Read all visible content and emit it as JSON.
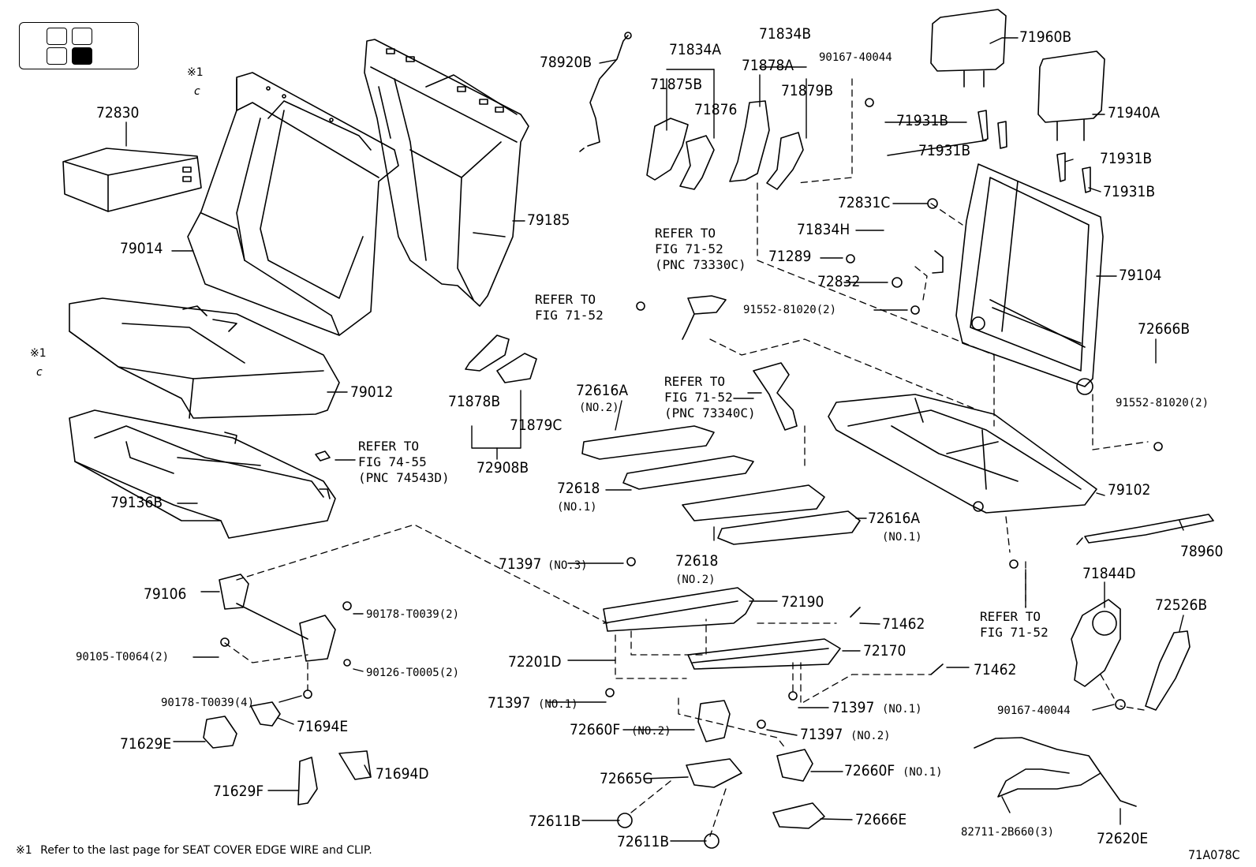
{
  "figure_code": "71A078C",
  "note": {
    "mark": "※1",
    "text": "Refer to the last page for SEAT COVER EDGE WIRE and CLIP."
  },
  "legend": {
    "active_seat": "rear-right"
  },
  "references": {
    "r1": "REFER TO\nFIG 71-52\n(PNC 73330C)",
    "r2": "REFER TO\nFIG 71-52",
    "r3": "REFER TO\nFIG 71-52\n(PNC 73340C)",
    "r4": "REFER TO\nFIG 74-55\n(PNC 74543D)",
    "r5": "REFER TO\nFIG 71-52"
  },
  "parts": {
    "p72830": "72830",
    "p79014": "79014",
    "p79012": "79012",
    "p79136B": "79136B",
    "p79185": "79185",
    "p78920B": "78920B",
    "p71834A": "71834A",
    "p71875B": "71875B",
    "p71876": "71876",
    "p71834B": "71834B",
    "p71878A": "71878A",
    "p71879B": "71879B",
    "p90167a": "90167-40044",
    "p71960B": "71960B",
    "p71940A": "71940A",
    "p71931B1": "71931B",
    "p71931B2": "71931B",
    "p71931B3": "71931B",
    "p71931B4": "71931B",
    "p72831C": "72831C",
    "p71834H": "71834H",
    "p71289": "71289",
    "p72832": "72832",
    "p91552a": "91552-81020(2)",
    "p79104": "79104",
    "p72666B": "72666B",
    "p91552b": "91552-81020(2)",
    "p71878B": "71878B",
    "p71879C": "71879C",
    "p72908B": "72908B",
    "p72616A2": "72616A",
    "p72616A2n": "(NO.2)",
    "p72618a": "72618",
    "p72618an": "(NO.1)",
    "p72616A1": "72616A",
    "p72616A1n": "(NO.1)",
    "p72618b": "72618",
    "p72618bn": "(NO.2)",
    "p79102": "79102",
    "p78960": "78960",
    "p79106": "79106",
    "p90178a": "90178-T0039(2)",
    "p90105": "90105-T0064(2)",
    "p90126": "90126-T0005(2)",
    "p90178b": "90178-T0039(4)",
    "p71629E": "71629E",
    "p71694E": "71694E",
    "p71629F": "71629F",
    "p71694D": "71694D",
    "p71397a": "71397",
    "p71397an": "(NO.3)",
    "p72190": "72190",
    "p71462a": "71462",
    "p72201D": "72201D",
    "p72170": "72170",
    "p71462b": "71462",
    "p71397b": "71397",
    "p71397bn": "(NO.1)",
    "p71397c": "71397",
    "p71397cn": "(NO.1)",
    "p72660Fa": "72660F",
    "p72660Fan": "(NO.2)",
    "p71397d": "71397",
    "p71397dn": "(NO.2)",
    "p72660Fb": "72660F",
    "p72660Fbn": "(NO.1)",
    "p72665G": "72665G",
    "p72611Ba": "72611B",
    "p72611Bb": "72611B",
    "p72666E": "72666E",
    "p71844D": "71844D",
    "p72526B": "72526B",
    "p90167b": "90167-40044",
    "p82711": "82711-2B660(3)",
    "p72620E": "72620E"
  }
}
